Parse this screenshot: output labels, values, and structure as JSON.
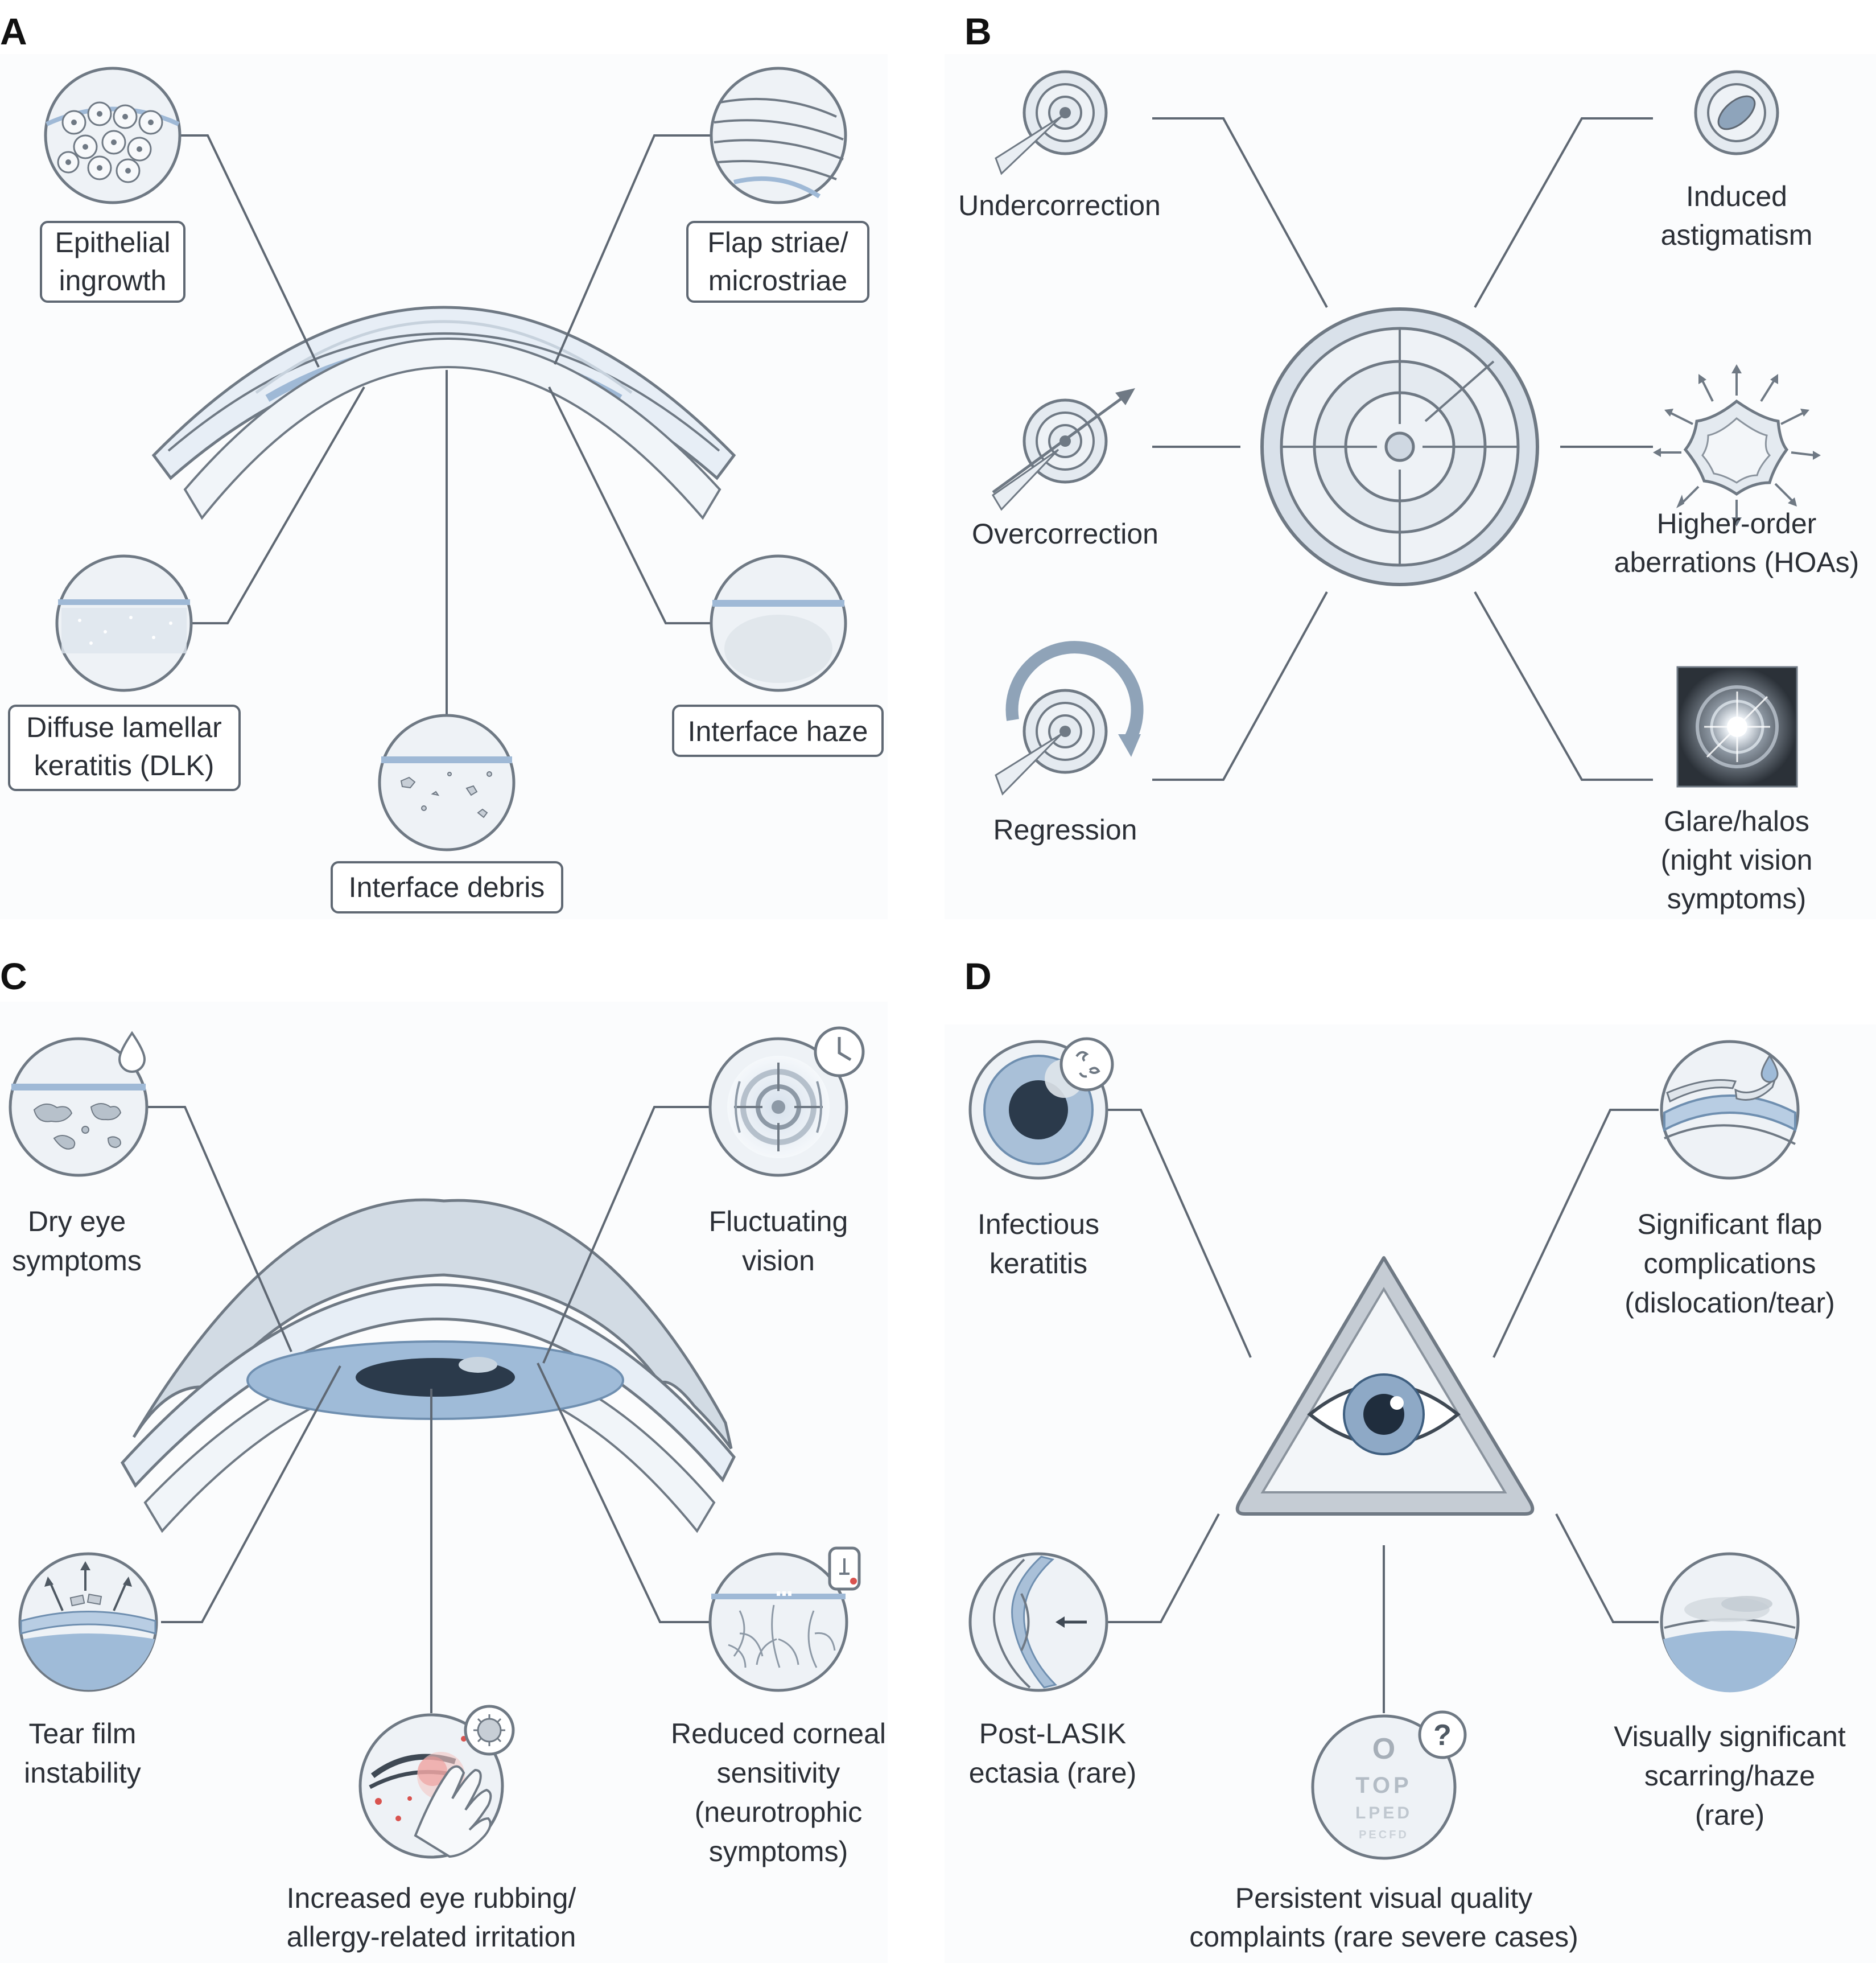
{
  "panels": {
    "A": {
      "letter": "A",
      "epithelial_ingrowth": [
        "Epithelial",
        "ingrowth"
      ],
      "flap_striae": [
        "Flap striae/",
        "microstriae"
      ],
      "dlk": [
        "Diffuse lamellar",
        "keratitis (DLK)"
      ],
      "interface_haze": [
        "Interface haze"
      ],
      "interface_debris": [
        "Interface debris"
      ]
    },
    "B": {
      "letter": "B",
      "undercorrection": [
        "Undercorrection"
      ],
      "induced_astigmatism": [
        "Induced",
        "astigmatism"
      ],
      "overcorrection": [
        "Overcorrection"
      ],
      "hoas": [
        "Higher-order",
        "aberrations (HOAs)"
      ],
      "regression": [
        "Regression"
      ],
      "glare_halos": [
        "Glare/halos",
        "(night vision",
        "symptoms)"
      ]
    },
    "C": {
      "letter": "C",
      "dry_eye": [
        "Dry eye",
        "symptoms"
      ],
      "fluctuating_vision": [
        "Fluctuating",
        "vision"
      ],
      "tear_film": [
        "Tear film",
        "instability"
      ],
      "reduced_sensitivity": [
        "Reduced corneal",
        "sensitivity",
        "(neurotrophic",
        "symptoms)"
      ],
      "eye_rubbing": [
        "Increased eye rubbing/",
        "allergy-related irritation"
      ]
    },
    "D": {
      "letter": "D",
      "infectious_keratitis": [
        "Infectious",
        "keratitis"
      ],
      "flap_complications": [
        "Significant flap",
        "complications",
        "(dislocation/tear)"
      ],
      "ectasia": [
        "Post-LASIK",
        "ectasia (rare)"
      ],
      "scarring": [
        "Visually significant",
        "scarring/haze",
        "(rare)"
      ],
      "visual_quality": [
        "Persistent visual quality",
        "complaints (rare severe cases)"
      ],
      "chart_rows": [
        "O",
        "TOP",
        "LPED",
        "PECFD"
      ],
      "question_mark": "?"
    }
  },
  "colors": {
    "line": "#5f6873",
    "circle_fill": "#eef2f6",
    "accent_blue": "#b8cde3",
    "dark_blue": "#3f5f80",
    "red_dot": "#d9534f"
  }
}
